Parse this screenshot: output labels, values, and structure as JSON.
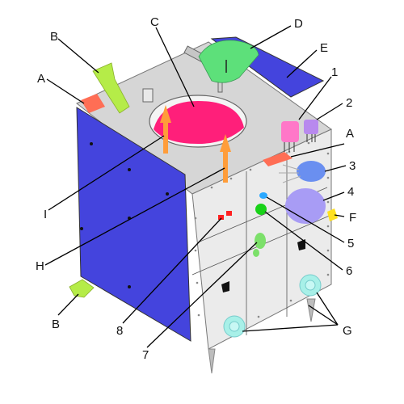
{
  "labels": {
    "A": "A",
    "B": "B",
    "C": "C",
    "D": "D",
    "E": "E",
    "F": "F",
    "G": "G",
    "H": "H",
    "I": "I",
    "n1": "1",
    "n2": "2",
    "n3": "3",
    "n4": "4",
    "n5": "5",
    "n6": "6",
    "n7": "7",
    "n8": "8"
  },
  "colors": {
    "solar_panel": "#4444dd",
    "top_face": "#d6d6d6",
    "right_face": "#ebebeb",
    "dish": "#ff1f7a",
    "antenna_d": "#5de07a",
    "thruster_b": "#b5ec48",
    "sensor_a": "#ff6e55",
    "arrow_h_i": "#ff9d3a",
    "comp_1": "#ff77c8",
    "comp_2": "#b889ee",
    "comp_3": "#6a8ff0",
    "comp_4": "#a89cf5",
    "comp_5": "#2aa8ff",
    "comp_6": "#18d218",
    "comp_7": "#7ce06a",
    "comp_8": "#ff2020",
    "sensor_f": "#ffe11f",
    "nozzle_g": "#a8f0e8"
  }
}
